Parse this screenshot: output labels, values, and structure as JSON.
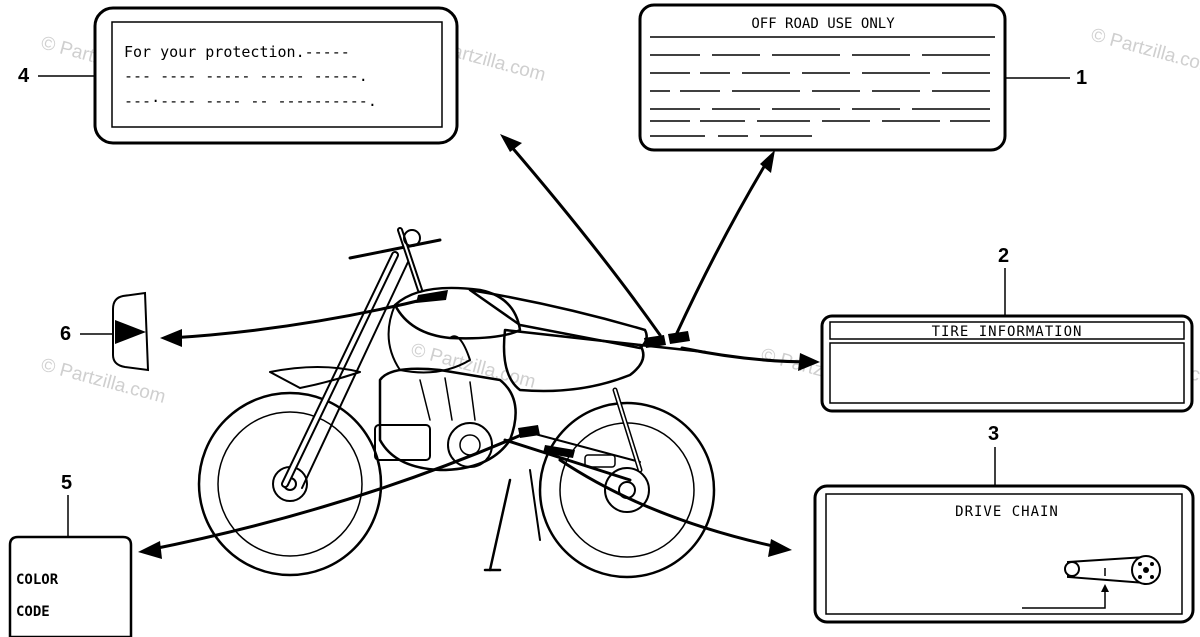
{
  "watermark": "© Partzilla.com",
  "callouts": {
    "c1": "1",
    "c2": "2",
    "c3": "3",
    "c4": "4",
    "c5": "5",
    "c6": "6"
  },
  "labels": {
    "protection": "For your protection.-----",
    "protection_line2": "--- ---- ----- ----- -----.",
    "protection_line3": "---·---- ---- -- ----------.",
    "off_road": "OFF ROAD USE ONLY",
    "tire_info": "TIRE INFORMATION",
    "drive_chain": "DRIVE CHAIN",
    "color": "COLOR",
    "code": "CODE"
  }
}
